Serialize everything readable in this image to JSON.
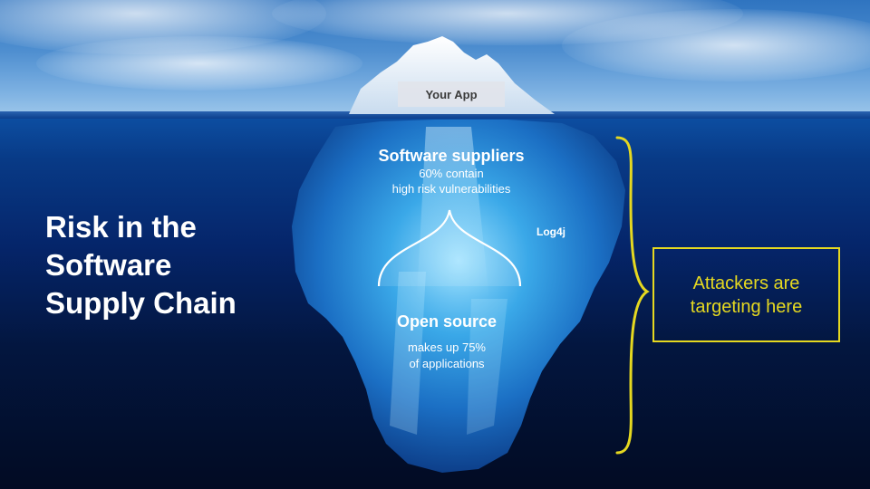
{
  "slide": {
    "title_lines": [
      "Risk in the",
      "Software",
      "Supply Chain"
    ]
  },
  "iceberg": {
    "tip_label": "Your App",
    "suppliers": {
      "heading": "Software suppliers",
      "line1": "60% contain",
      "line2": "high risk vulnerabilities"
    },
    "open_source": {
      "heading": "Open source",
      "line1": "makes up 75%",
      "line2": "of applications"
    },
    "log4j_label": "Log4j"
  },
  "callout": {
    "line1": "Attackers are",
    "line2": "targeting here"
  },
  "colors": {
    "accent_yellow": "#e5d820",
    "text_white": "#ffffff",
    "deep_sea": "#020b23",
    "ice_blue": "#3aa8e8"
  }
}
